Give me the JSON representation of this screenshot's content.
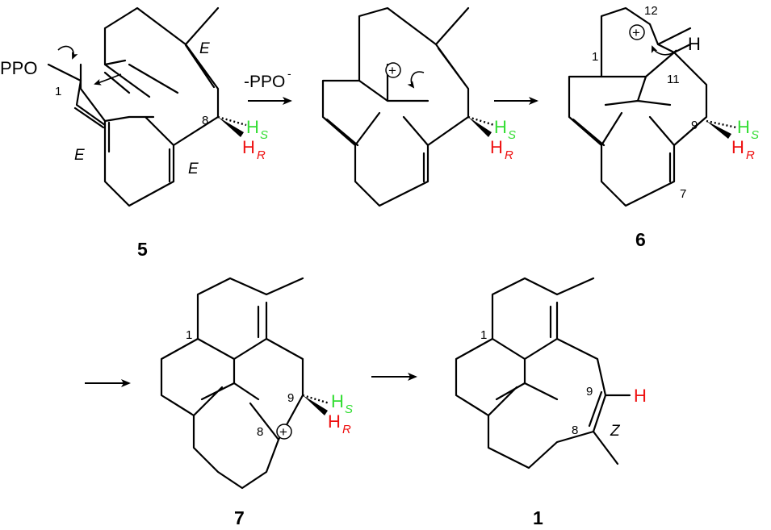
{
  "colors": {
    "hs": "#33dd33",
    "hr": "#ee1111",
    "ink": "#000000"
  },
  "compounds": {
    "c5": "5",
    "c6": "6",
    "c7": "7",
    "c1": "1"
  },
  "reagent": {
    "text": "-PPO",
    "charge": "-"
  },
  "labels": {
    "ppo": "PPO",
    "h": "H",
    "h_letter": "H",
    "s": "S",
    "r": "R",
    "e": "E",
    "z": "Z",
    "plus": "+",
    "n1": "1",
    "n7": "7",
    "n8": "8",
    "n9": "9",
    "n11": "11",
    "n12": "12"
  }
}
